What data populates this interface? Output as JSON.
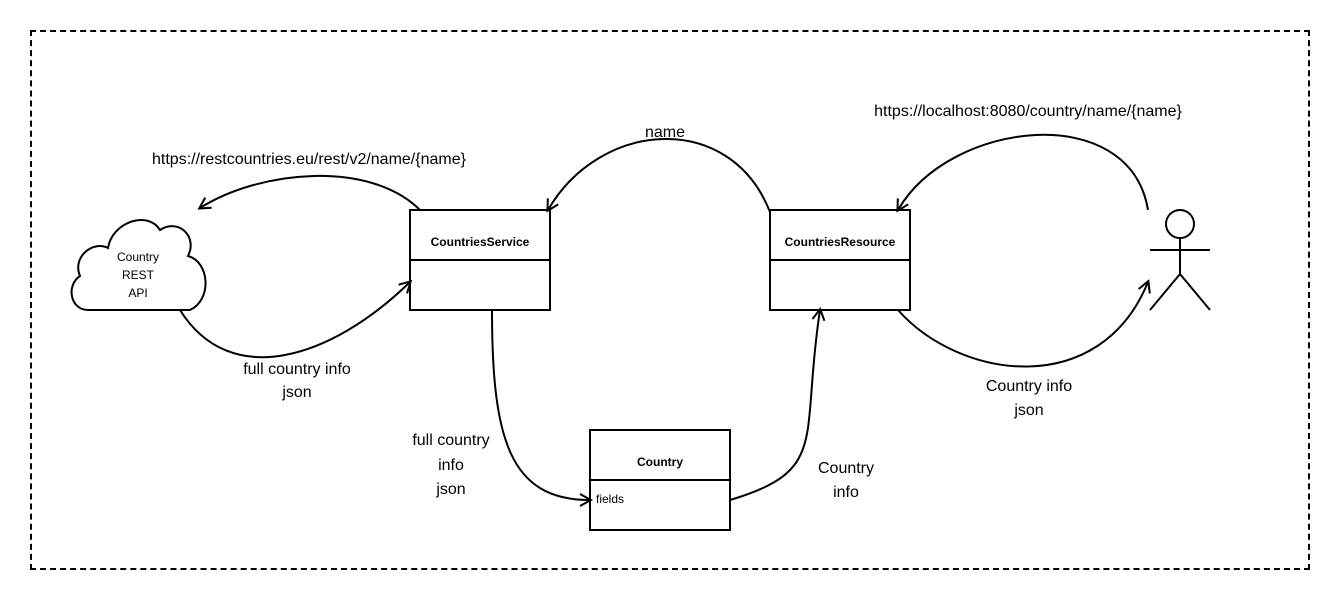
{
  "classes": {
    "countries_service": {
      "title": "CountriesService"
    },
    "countries_resource": {
      "title": "CountriesResource"
    },
    "country": {
      "title": "Country",
      "field": "fields"
    }
  },
  "cloud": {
    "line1": "Country",
    "line2": "REST",
    "line3": "API"
  },
  "labels": {
    "rest_url": "https://restcountries.eu/rest/v2/name/{name}",
    "local_url": "https://localhost:8080/country/name/{name}",
    "name": "name",
    "full_info_top": "full country info",
    "full_info_top_json": "json",
    "full_info_bottom_1": "full country",
    "full_info_bottom_2": "info",
    "full_info_bottom_3": "json",
    "country_info_1": "Country",
    "country_info_2": "info",
    "country_info_json_1": "Country info",
    "country_info_json_2": "json"
  },
  "icons": {
    "cloud": "cloud-icon",
    "actor": "user-actor-icon"
  }
}
